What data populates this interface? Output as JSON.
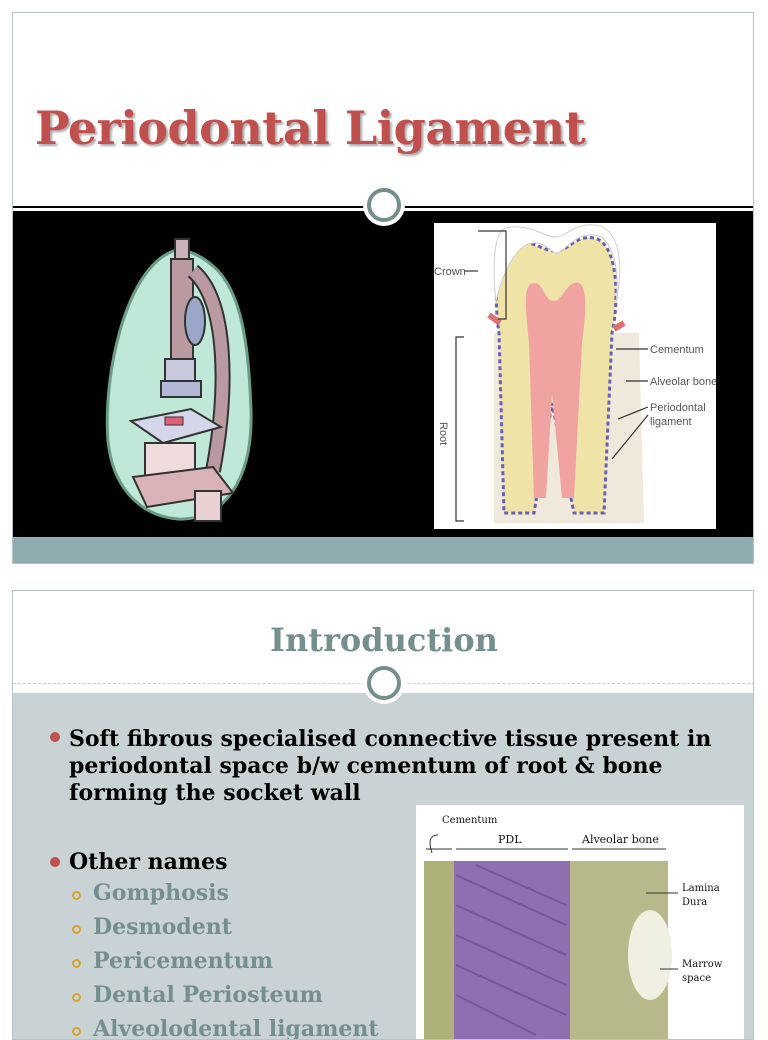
{
  "slide1": {
    "title": "Periodontal Ligament",
    "tooth_labels": {
      "crown": "Crown",
      "root": "Root",
      "cementum": "Cementum",
      "alveolar_bone": "Alveolar bone",
      "pdl_line1": "Periodontal",
      "pdl_line2": "ligament"
    }
  },
  "slide2": {
    "title": "Introduction",
    "bullet1": "Soft fibrous specialised connective tissue present in periodontal space b/w cementum of root & bone forming the socket wall",
    "bullet2": "Other names",
    "other_names": [
      "Gomphosis",
      "Desmodent",
      "Pericementum",
      "Dental Periosteum",
      "Alveolodental ligament"
    ],
    "histo_labels": {
      "cementum": "Cementum",
      "pdl": "PDL",
      "alveolar_bone": "Alveolar bone",
      "lamina_line1": "Lamina",
      "lamina_line2": "Dura",
      "marrow_line1": "Marrow",
      "marrow_line2": "space"
    }
  },
  "colors": {
    "title_red": "#c0504d",
    "teal": "#758e8e",
    "band": "#8fabad",
    "body_bg": "#c9d3d6",
    "sub_bullet": "#d9a32b"
  }
}
